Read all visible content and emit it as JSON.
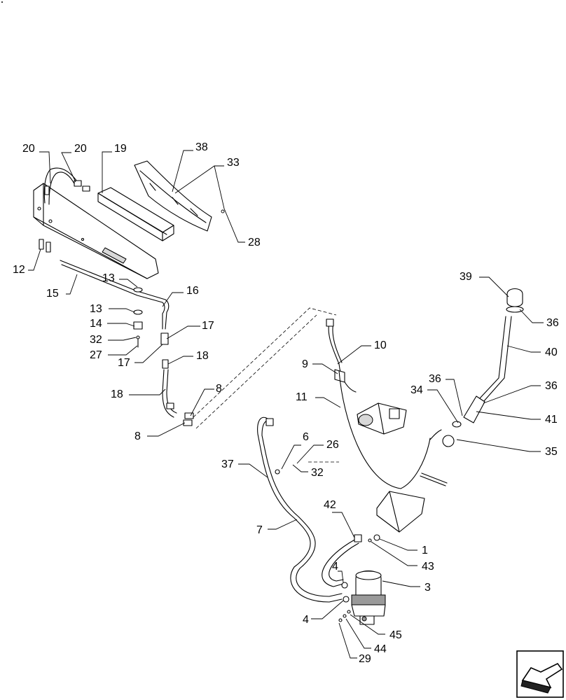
{
  "callouts": [
    {
      "id": "c20a",
      "text": "20"
    },
    {
      "id": "c20b",
      "text": "20"
    },
    {
      "id": "c19",
      "text": "19"
    },
    {
      "id": "c38",
      "text": "38"
    },
    {
      "id": "c33",
      "text": "33"
    },
    {
      "id": "c28",
      "text": "28"
    },
    {
      "id": "c12",
      "text": "12"
    },
    {
      "id": "c15",
      "text": "15"
    },
    {
      "id": "c13a",
      "text": "13"
    },
    {
      "id": "c16",
      "text": "16"
    },
    {
      "id": "c13b",
      "text": "13"
    },
    {
      "id": "c14",
      "text": "14"
    },
    {
      "id": "c17a",
      "text": "17"
    },
    {
      "id": "c32a",
      "text": "32"
    },
    {
      "id": "c27",
      "text": "27"
    },
    {
      "id": "c17b",
      "text": "17"
    },
    {
      "id": "c18a",
      "text": "18"
    },
    {
      "id": "c18b",
      "text": "18"
    },
    {
      "id": "c8a",
      "text": "8"
    },
    {
      "id": "c8b",
      "text": "8"
    },
    {
      "id": "c10",
      "text": "10"
    },
    {
      "id": "c9",
      "text": "9"
    },
    {
      "id": "c11",
      "text": "11"
    },
    {
      "id": "c39",
      "text": "39"
    },
    {
      "id": "c36a",
      "text": "36"
    },
    {
      "id": "c40",
      "text": "40"
    },
    {
      "id": "c36b",
      "text": "36"
    },
    {
      "id": "c34",
      "text": "34"
    },
    {
      "id": "c36c",
      "text": "36"
    },
    {
      "id": "c41",
      "text": "41"
    },
    {
      "id": "c35",
      "text": "35"
    },
    {
      "id": "c6",
      "text": "6"
    },
    {
      "id": "c26",
      "text": "26"
    },
    {
      "id": "c37",
      "text": "37"
    },
    {
      "id": "c32b",
      "text": "32"
    },
    {
      "id": "c42",
      "text": "42"
    },
    {
      "id": "c7",
      "text": "7"
    },
    {
      "id": "c1",
      "text": "1"
    },
    {
      "id": "c43",
      "text": "43"
    },
    {
      "id": "c4a",
      "text": "4"
    },
    {
      "id": "c3",
      "text": "3"
    },
    {
      "id": "c4b",
      "text": "4"
    },
    {
      "id": "c45",
      "text": "45"
    },
    {
      "id": "c44",
      "text": "44"
    },
    {
      "id": "c29",
      "text": "29"
    }
  ]
}
